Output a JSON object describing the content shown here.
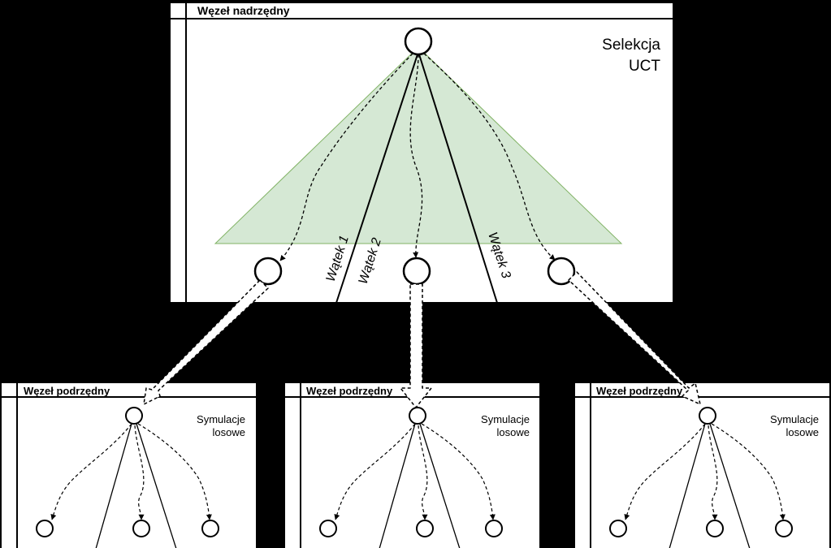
{
  "master": {
    "title": "Węzeł nadrzędny",
    "note_line1": "Selekcja",
    "note_line2": "UCT",
    "threads": [
      "Wątek 1",
      "Wątek 2",
      "Wątek 3"
    ]
  },
  "workers": [
    {
      "title": "Węzeł podrzędny",
      "note_line1": "Symulacje",
      "note_line2": "losowe"
    },
    {
      "title": "Węzeł podrzędny",
      "note_line1": "Symulacje",
      "note_line2": "losowe"
    },
    {
      "title": "Węzeł podrzędny",
      "note_line1": "Symulacje",
      "note_line2": "losowe"
    }
  ],
  "colors": {
    "background": "#000000",
    "panel": "#ffffff",
    "selection_fill": "#d5e8d4",
    "selection_stroke": "#82b366",
    "line": "#000000"
  }
}
